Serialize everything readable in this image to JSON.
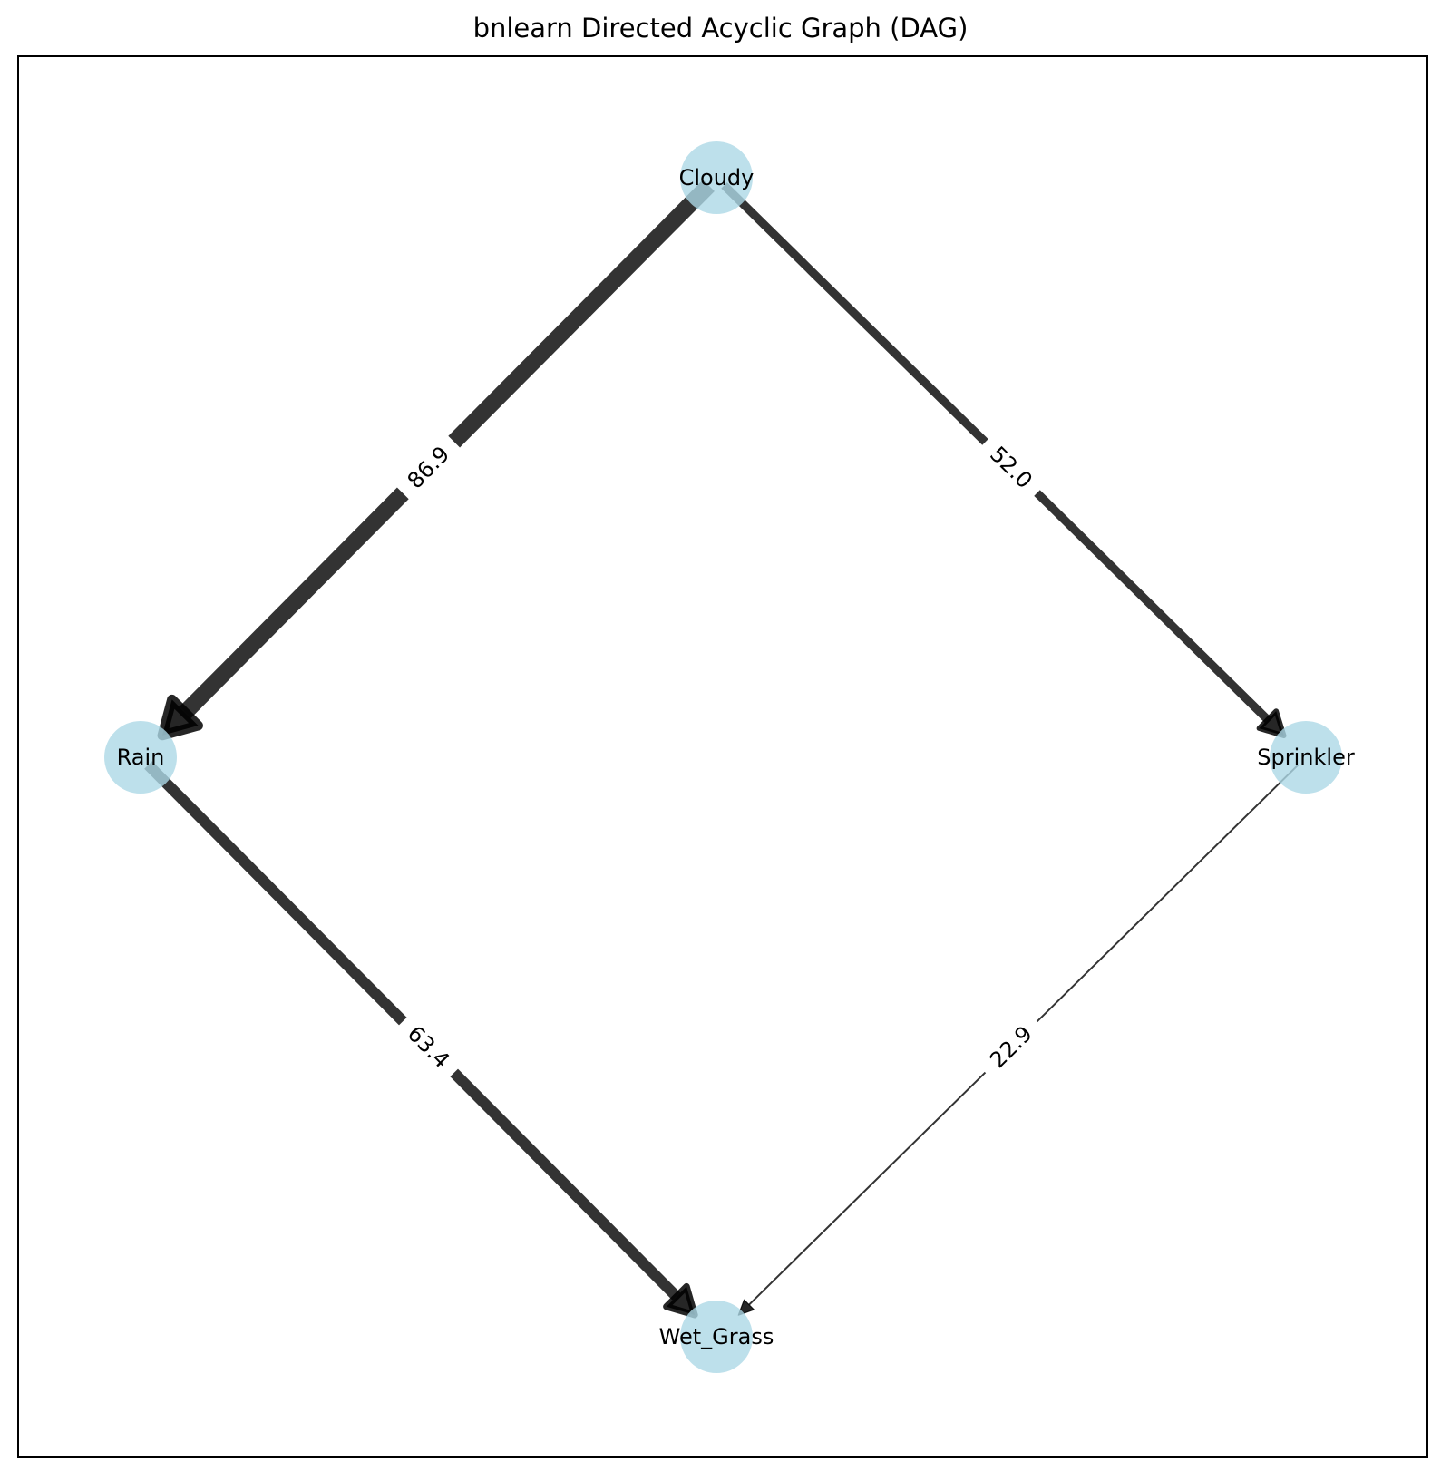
{
  "title": "bnlearn Directed Acyclic Graph (DAG)",
  "colors": {
    "node_fill": "#add8e6",
    "edge": "#000000",
    "frame": "#000000"
  },
  "nodes": [
    {
      "id": "Cloudy",
      "label": "Cloudy"
    },
    {
      "id": "Rain",
      "label": "Rain"
    },
    {
      "id": "Sprinkler",
      "label": "Sprinkler"
    },
    {
      "id": "Wet_Grass",
      "label": "Wet_Grass"
    }
  ],
  "edges": [
    {
      "from": "Cloudy",
      "to": "Rain",
      "weight": "86.9"
    },
    {
      "from": "Cloudy",
      "to": "Sprinkler",
      "weight": "52.0"
    },
    {
      "from": "Rain",
      "to": "Wet_Grass",
      "weight": "63.4"
    },
    {
      "from": "Sprinkler",
      "to": "Wet_Grass",
      "weight": "22.9"
    }
  ]
}
